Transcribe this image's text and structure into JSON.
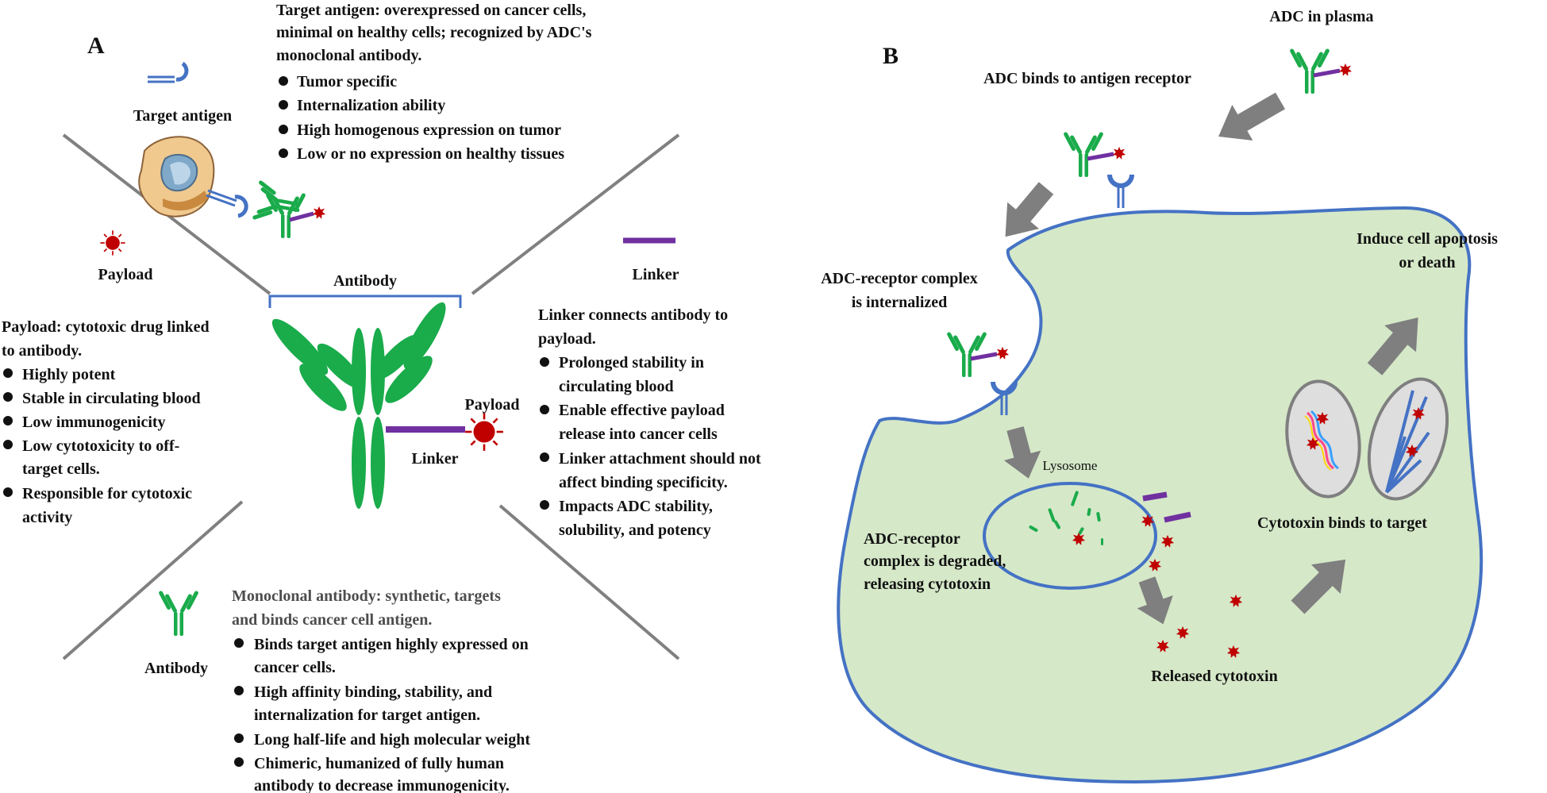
{
  "panel_a": {
    "letter": "A",
    "target_antigen": {
      "label": "Target antigen",
      "description": [
        "Target antigen: overexpressed on cancer cells,",
        "minimal on healthy cells; recognized by ADC's",
        "monoclonal antibody."
      ],
      "bullets": [
        "Tumor specific",
        "Internalization ability",
        "High homogenous expression on tumor",
        "Low or no expression on healthy tissues"
      ]
    },
    "payload": {
      "label": "Payload",
      "description": [
        "Payload: cytotoxic drug linked",
        "to antibody."
      ],
      "bullets": [
        [
          "Highly potent"
        ],
        [
          "Stable in circulating blood"
        ],
        [
          "Low immunogenicity"
        ],
        [
          "Low cytotoxicity to off-",
          "target cells."
        ],
        [
          "Responsible for cytotoxic",
          "activity"
        ]
      ]
    },
    "linker": {
      "label": "Linker",
      "description": [
        "Linker connects antibody to",
        "payload."
      ],
      "bullets": [
        [
          "Prolonged stability in",
          "circulating blood"
        ],
        [
          "Enable effective payload",
          "release into cancer cells"
        ],
        [
          "Linker attachment should not",
          "affect binding specificity."
        ],
        [
          "Impacts ADC stability,",
          "solubility, and potency"
        ]
      ]
    },
    "antibody": {
      "label": "Antibody",
      "description": [
        "Monoclonal antibody: synthetic, targets",
        "and binds cancer cell antigen."
      ],
      "bullets": [
        [
          "Binds target antigen highly expressed on",
          "cancer cells."
        ],
        [
          "High affinity binding, stability, and",
          "internalization for target antigen."
        ],
        [
          "Long half-life and high molecular weight"
        ],
        [
          "Chimeric, humanized of fully human",
          "antibody to decrease immunogenicity."
        ]
      ]
    },
    "center": {
      "antibody_label": "Antibody",
      "linker_label": "Linker",
      "payload_label": "Payload"
    }
  },
  "panel_b": {
    "letter": "B",
    "adc_in_plasma": "ADC in plasma",
    "binds_receptor": "ADC binds to antigen receptor",
    "internalized": [
      "ADC-receptor complex",
      "is internalized"
    ],
    "lysosome": "Lysosome",
    "degraded": [
      "ADC-receptor",
      "complex is degraded,",
      "releasing cytotoxin"
    ],
    "released": "Released cytotoxin",
    "binds_target": "Cytotoxin binds to target",
    "apoptosis": [
      "Induce cell apoptosis",
      "or death"
    ]
  },
  "colors": {
    "antibody_green": "#1aab4b",
    "linker_purple": "#7030a0",
    "payload_red": "#c00000",
    "antigen_blue": "#4472c4",
    "cell_fill": "#d5e8c8",
    "cell_border": "#4472c4",
    "arrow_gray": "#7f7f7f",
    "divider_gray": "#808080"
  }
}
